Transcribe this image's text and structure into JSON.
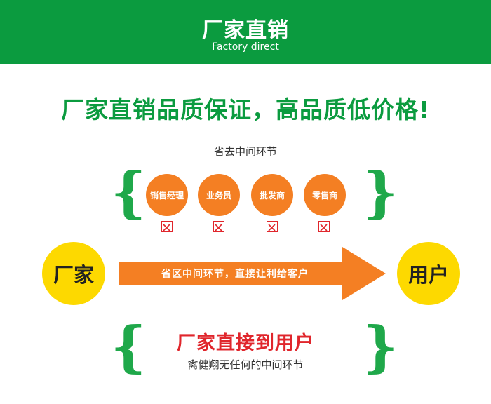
{
  "banner": {
    "title": "厂家直销",
    "subtitle": "Factory direct"
  },
  "headline": "厂家直销品质保证，高品质低价格!",
  "skip_caption": "省去中间环节",
  "middlemen": [
    "销售经理",
    "业务员",
    "批发商",
    "零售商"
  ],
  "factory_label": "厂家",
  "user_label": "用户",
  "arrow_text": "省区中间环节，直接让利给客户",
  "direct_text": "厂家直接到用户",
  "desc_text": "禽健翔无任何的中间环节",
  "colors": {
    "banner_green": "#0b9b3f",
    "brace_green": "#1fa84a",
    "orange": "#f47f23",
    "yellow": "#fdd900",
    "red": "#e0262c"
  }
}
